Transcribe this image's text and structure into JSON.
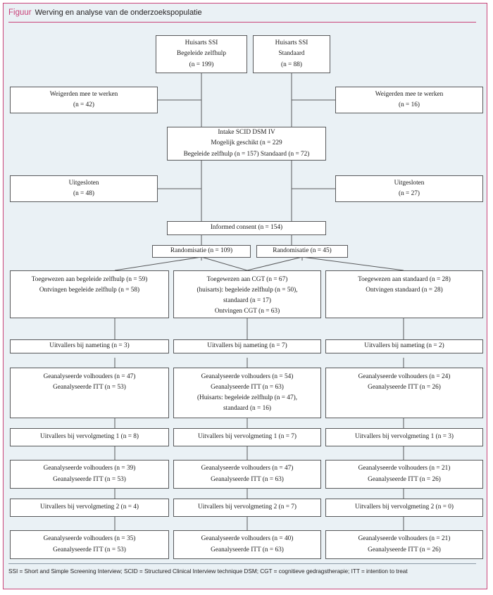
{
  "caption": {
    "label": "Figuur",
    "text": "Werving en analyse van de onderzoekspopulatie"
  },
  "footnote": "SSI = Short and Simple Screening Interview; SCID = Structured Clinical Interview technique DSM; CGT = cognitieve gedragstherapie; ITT = intention to treat",
  "colors": {
    "frame_border": "#c9447a",
    "panel_background": "#eaf1f5",
    "node_border": "#58595b",
    "node_background": "#ffffff",
    "line": "#58595b",
    "caption_accent": "#c9447a",
    "footnote_rule": "#8c9aa6"
  },
  "chart_data": {
    "type": "diagram",
    "title": "Werving en analyse van de onderzoekspopulatie",
    "nodes": [
      {
        "id": "n1",
        "lines": [
          "Huisarts SSI",
          "Begeleide zelfhulp",
          "(n = 199)"
        ]
      },
      {
        "id": "n2",
        "lines": [
          "Huisarts SSI",
          "Standaard",
          "(n = 88)"
        ]
      },
      {
        "id": "n3",
        "lines": [
          "Weigerden mee te werken",
          "(n = 42)"
        ]
      },
      {
        "id": "n4",
        "lines": [
          "Weigerden mee te werken",
          "(n = 16)"
        ]
      },
      {
        "id": "n5",
        "lines": [
          "Intake SCID DSM IV",
          "Mogelijk geschikt (n = 229",
          "Begeleide zelfhulp (n = 157) Standaard (n = 72)"
        ]
      },
      {
        "id": "n6",
        "lines": [
          "Uitgesloten",
          "(n = 48)"
        ]
      },
      {
        "id": "n7",
        "lines": [
          "Uitgesloten",
          "(n = 27)"
        ]
      },
      {
        "id": "n8",
        "lines": [
          "Informed consent (n = 154)"
        ]
      },
      {
        "id": "n9",
        "lines": [
          "Randomisatie (n = 109)"
        ]
      },
      {
        "id": "n10",
        "lines": [
          "Randomisatie (n = 45)"
        ]
      },
      {
        "id": "n11",
        "lines": [
          "Toegewezen aan begeleide zelfhulp (n = 59)",
          "Ontvingen begeleide zelfhulp (n = 58)"
        ]
      },
      {
        "id": "n12",
        "lines": [
          "Toegewezen aan CGT (n = 67)",
          "(huisarts): begeleide zelfhulp (n = 50),",
          "standaard (n = 17)",
          "Ontvingen CGT (n = 63)"
        ]
      },
      {
        "id": "n13",
        "lines": [
          "Toegewezen aan standaard (n = 28)",
          "Ontvingen standaard (n = 28)"
        ]
      },
      {
        "id": "n14",
        "lines": [
          "Uitvallers bij nameting (n = 3)"
        ]
      },
      {
        "id": "n15",
        "lines": [
          "Uitvallers bij nameting (n = 7)"
        ]
      },
      {
        "id": "n16",
        "lines": [
          "Uitvallers bij nameting (n = 2)"
        ]
      },
      {
        "id": "n17",
        "lines": [
          "Geanalyseerde volhouders (n = 47)",
          "Geanalyseerde ITT (n = 53)"
        ]
      },
      {
        "id": "n18",
        "lines": [
          "Geanalyseerde volhouders (n = 54)",
          "Geanalyseerde ITT (n = 63)",
          "(Huisarts: begeleide zelfhulp (n = 47),",
          "standaard (n = 16)"
        ]
      },
      {
        "id": "n19",
        "lines": [
          "Geanalyseerde volhouders (n = 24)",
          "Geanalyseerde ITT (n = 26)"
        ]
      },
      {
        "id": "n20",
        "lines": [
          "Uitvallers bij vervolgmeting 1 (n = 8)"
        ]
      },
      {
        "id": "n21",
        "lines": [
          "Uitvallers bij vervolgmeting 1 (n = 7)"
        ]
      },
      {
        "id": "n22",
        "lines": [
          "Uitvallers bij vervolgmeting 1 (n = 3)"
        ]
      },
      {
        "id": "n23",
        "lines": [
          "Geanalyseerde volhouders (n = 39)",
          "Geanalyseerde ITT (n = 53)"
        ]
      },
      {
        "id": "n24",
        "lines": [
          "Geanalyseerde volhouders (n = 47)",
          "Geanalyseerde ITT (n = 63)"
        ]
      },
      {
        "id": "n25",
        "lines": [
          "Geanalyseerde volhouders (n = 21)",
          "Geanalyseerde ITT (n = 26)"
        ]
      },
      {
        "id": "n26",
        "lines": [
          "Uitvallers bij vervolgmeting 2 (n = 4)"
        ]
      },
      {
        "id": "n27",
        "lines": [
          "Uitvallers bij vervolgmeting 2 (n = 7)"
        ]
      },
      {
        "id": "n28",
        "lines": [
          "Uitvallers bij vervolgmeting 2 (n = 0)"
        ]
      },
      {
        "id": "n29",
        "lines": [
          "Geanalyseerde volhouders (n = 35)",
          "Geanalyseerde ITT (n = 53)"
        ]
      },
      {
        "id": "n30",
        "lines": [
          "Geanalyseerde volhouders (n = 40)",
          "Geanalyseerde ITT (n = 63)"
        ]
      },
      {
        "id": "n31",
        "lines": [
          "Geanalyseerde volhouders (n = 21)",
          "Geanalyseerde ITT (n = 26)"
        ]
      }
    ]
  }
}
